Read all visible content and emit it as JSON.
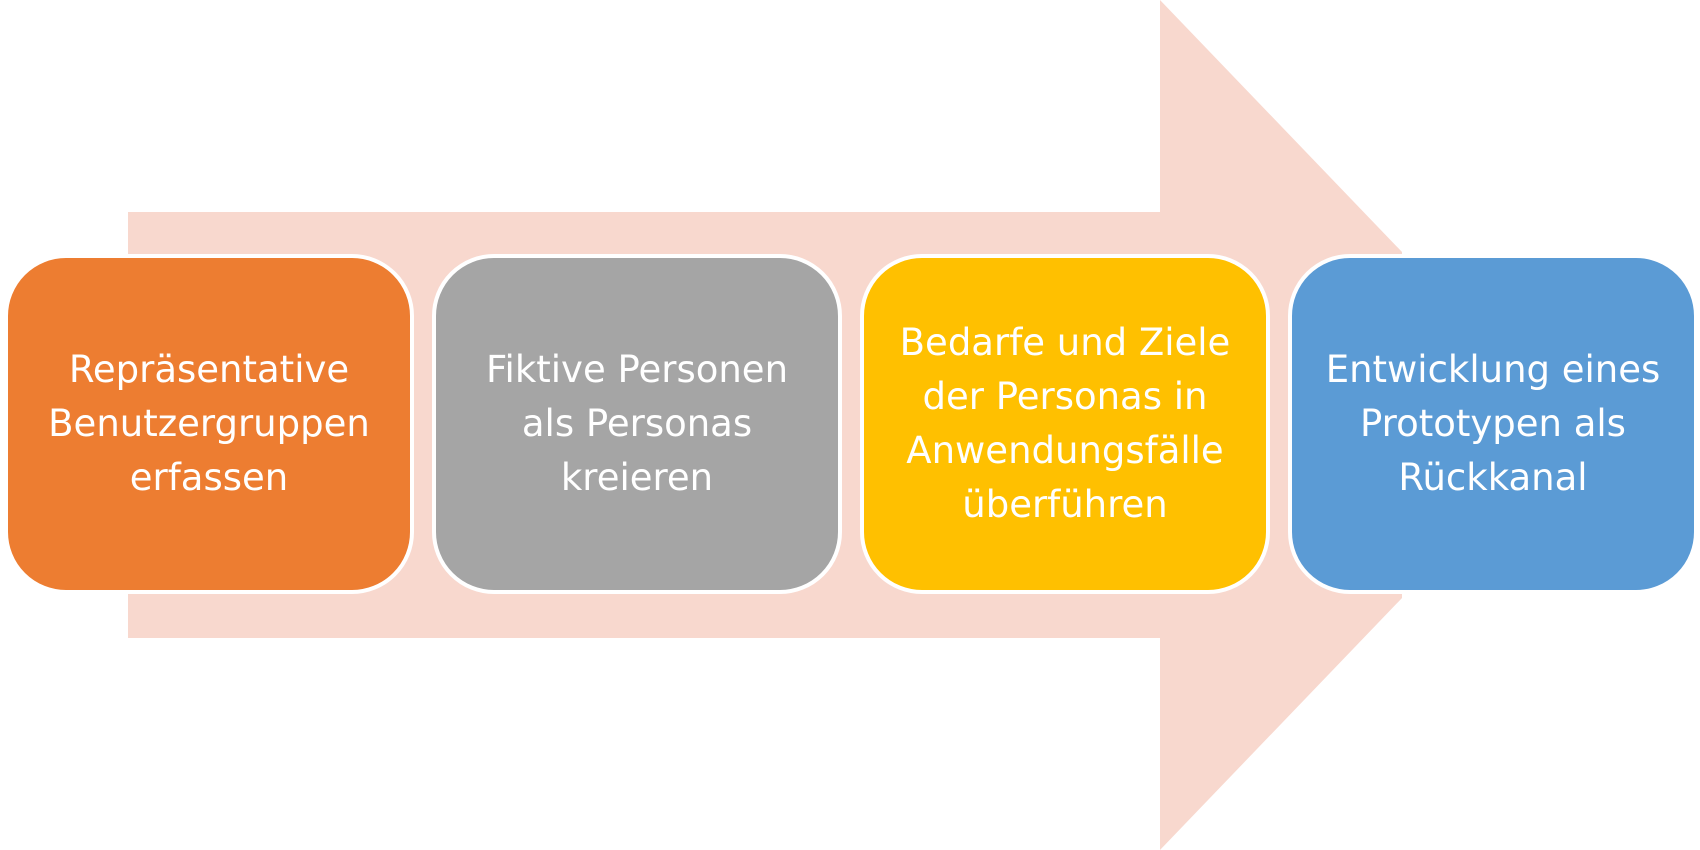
{
  "diagram": {
    "arrow_color": "#f8d8ce",
    "steps": [
      {
        "label": "Repräsentative\nBenutzergruppen\nerfassen",
        "color": "#ed7d31"
      },
      {
        "label": "Fiktive Personen\nals Personas\nkreieren",
        "color": "#a5a5a5"
      },
      {
        "label": "Bedarfe und Ziele\nder Personas in\nAnwendungsfälle\nüberführen",
        "color": "#ffc000"
      },
      {
        "label": "Entwicklung eines\nPrototypen als\nRückkanal",
        "color": "#5b9bd5"
      }
    ]
  }
}
